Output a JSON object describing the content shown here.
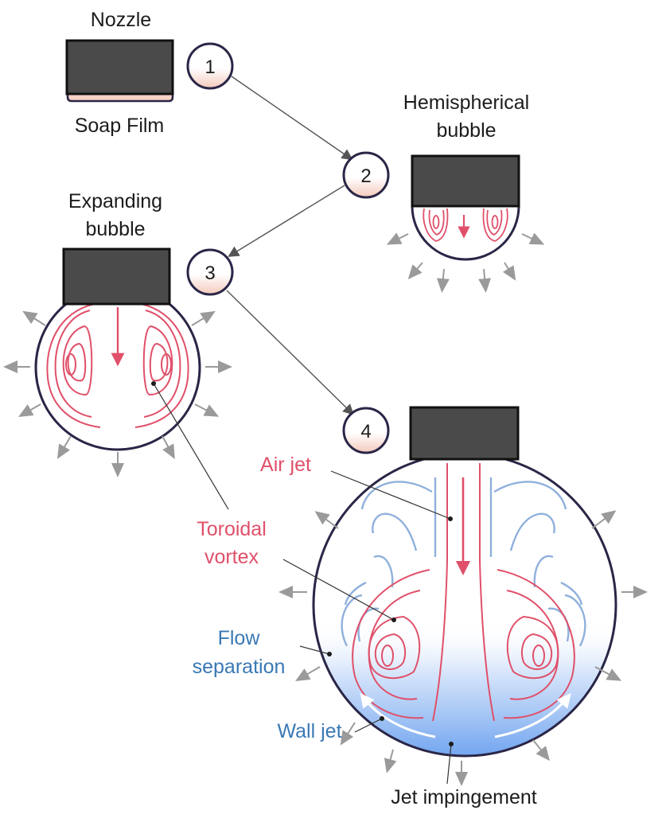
{
  "labels": {
    "nozzle": "Nozzle",
    "soap_film": "Soap Film",
    "hemispherical_line1": "Hemispherical",
    "hemispherical_line2": "bubble",
    "expanding_line1": "Expanding",
    "expanding_line2": "bubble",
    "air_jet": "Air jet",
    "toroidal_line1": "Toroidal",
    "toroidal_line2": "vortex",
    "flow_sep_line1": "Flow",
    "flow_sep_line2": "separation",
    "wall_jet": "Wall jet",
    "jet_impingement": "Jet impingement"
  },
  "steps": [
    "1",
    "2",
    "3",
    "4"
  ],
  "colors": {
    "nozzle_fill": "#4a4a4a",
    "outline": "#2a2647",
    "vortex": "#e0506a",
    "flow_blue": "#8fb0dc",
    "label_blue": "#3a78b5",
    "arrow_gray": "#9a9a9a",
    "step_circle_fill_bottom": "#f7d9cf"
  }
}
